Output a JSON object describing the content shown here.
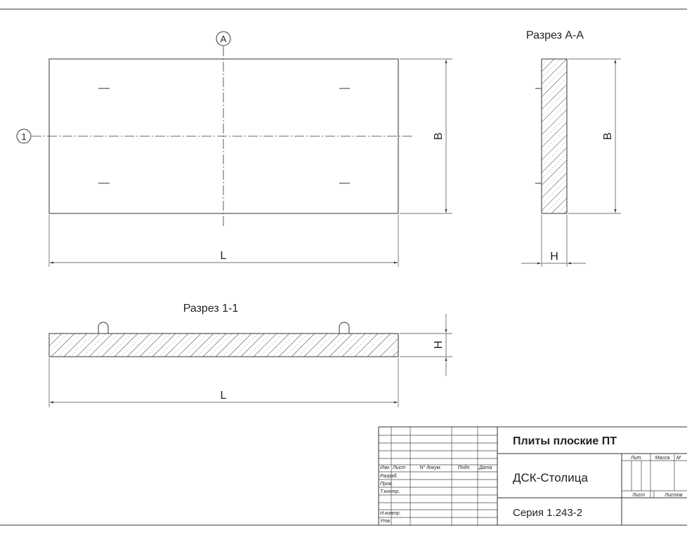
{
  "views": {
    "section_aa_title": "Разрез А-А",
    "section_11_title": "Разрез 1-1",
    "axis_a_label": "А",
    "axis_1_label": "1",
    "dim_length": "L",
    "dim_width": "B",
    "dim_height": "H"
  },
  "title_block": {
    "headers": {
      "izm": "Изм",
      "list": "Лист",
      "doc": "N° докум.",
      "sign": "Подп.",
      "date": "Дата"
    },
    "roles": {
      "razrab": "Разраб.",
      "prov": "Пров.",
      "tkontr": "Т.контр.",
      "nkontr": "Н.контр.",
      "utv": "Утв."
    },
    "drawing_title": "Плиты плоские ПТ",
    "organization": "ДСК-Столица",
    "series": "Серия 1.243-2",
    "lit": "Лит.",
    "massa": "Масса",
    "masshtab": "М",
    "sheet": "Лист",
    "sheets": "Листов"
  },
  "colors": {
    "line": "#333333",
    "background": "#ffffff"
  }
}
